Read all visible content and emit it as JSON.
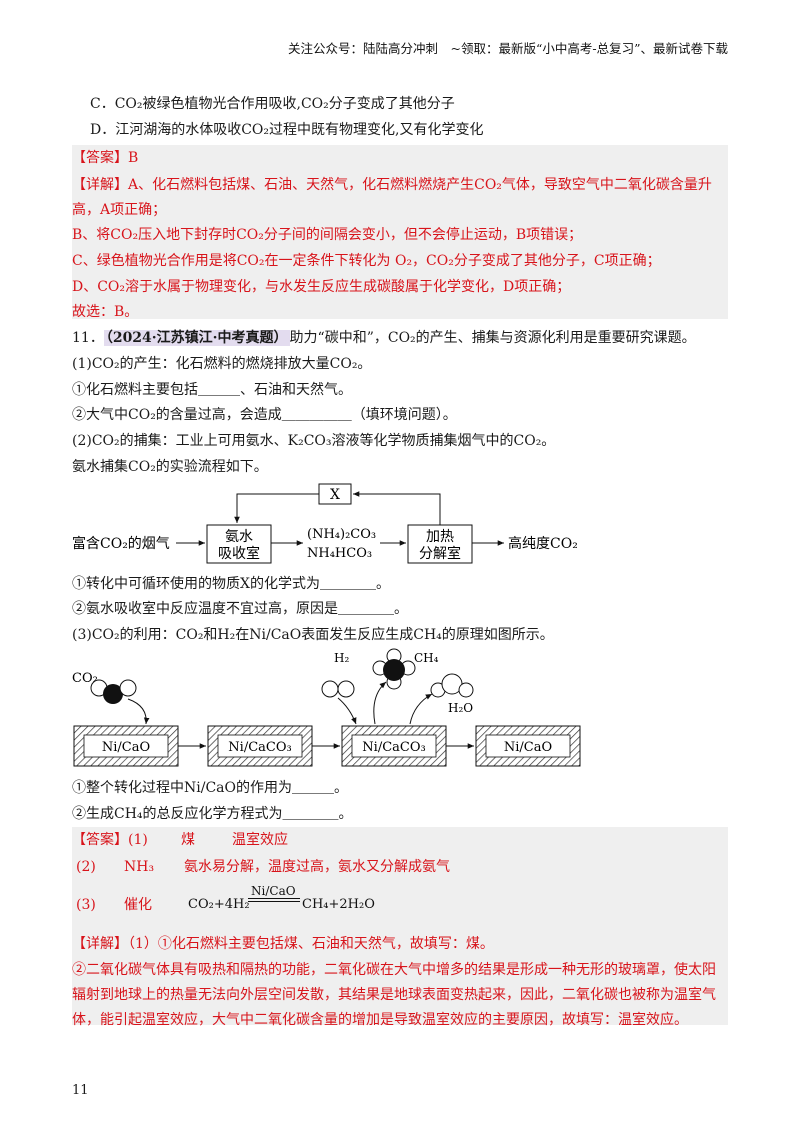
{
  "header": "关注公众号：陆陆高分冲刺　~领取：最新版“小中高考-总复习”、最新试卷下载",
  "q10": {
    "optC": "C．CO₂被绿色植物光合作用吸收,CO₂分子变成了其他分子",
    "optD": "D．江河湖海的水体吸收CO₂过程中既有物理变化,又有化学变化",
    "answer": "【答案】B",
    "detail1": "【详解】A、化石燃料包括煤、石油、天然气，化石燃料燃烧产生CO₂气体，导致空气中二氧化碳含量升",
    "detail1b": "高，A项正确；",
    "detail2": "B、将CO₂压入地下封存时CO₂分子间的间隔会变小，但不会停止运动，B项错误；",
    "detail3": "C、绿色植物光合作用是将CO₂在一定条件下转化为 O₂，CO₂分子变成了其他分子，C项正确；",
    "detail4": "D、CO₂溶于水属于物理变化，与水发生反应生成碳酸属于化学变化，D项正确；",
    "detail5": "故选：B。"
  },
  "q11": {
    "number": "11．",
    "source": "（2024·江苏镇江·中考真题）",
    "stem": "助力“碳中和”，CO₂的产生、捕集与资源化利用是重要研究课题。",
    "p1": "(1)CO₂的产生：化石燃料的燃烧排放大量CO₂。",
    "p1a": "①化石燃料主要包括＿＿＿、石油和天然气。",
    "p1b": "②大气中CO₂的含量过高，会造成＿＿＿＿＿（填环境问题）。",
    "p2": "(2)CO₂的捕集：工业上可用氨水、K₂CO₃溶液等化学物质捕集烟气中的CO₂。",
    "p2intro": "氨水捕集CO₂的实验流程如下。",
    "p2a": "①转化中可循环使用的物质X的化学式为＿＿＿＿。",
    "p2b": "②氨水吸收室中反应温度不宜过高，原因是＿＿＿＿。",
    "p3": "(3)CO₂的利用：CO₂和H₂在Ni/CaO表面发生反应生成CH₄的原理如图所示。",
    "p3a": "①整个转化过程中Ni/CaO的作用为＿＿＿。",
    "p3b": "②生成CH₄的总反应化学方程式为＿＿＿＿。"
  },
  "flow": {
    "x_label": "X",
    "input": "富含CO₂的烟气",
    "absorb1": "氨水",
    "absorb2": "吸收室",
    "mid1": "(NH₄)₂CO₃",
    "mid2": "NH₄HCO₃",
    "decomp1": "加热",
    "decomp2": "分解室",
    "output": "高纯度CO₂"
  },
  "reaction": {
    "co2": "CO₂",
    "h2": "H₂",
    "ch4": "CH₄",
    "h2o": "H₂O",
    "box1": "Ni/CaO",
    "box2": "Ni/CaCO₃",
    "box3": "Ni/CaCO₃",
    "box4": "Ni/CaO"
  },
  "answer11": {
    "row1_label": "【答案】(1)",
    "row1_a": "煤",
    "row1_b": "温室效应",
    "row2_label": "(2)",
    "row2_a": "NH₃",
    "row2_b": "氨水易分解，温度过高，氨水又分解成氨气",
    "row3_label": "(3)",
    "row3_a": "催化",
    "eq_left": "CO₂+4H₂",
    "eq_cond": "Ni/CaO",
    "eq_right": "CH₄+2H₂O",
    "detail1": "【详解】（1）①化石燃料主要包括煤、石油和天然气，故填写：煤。",
    "detail2": "②二氧化碳气体具有吸热和隔热的功能，二氧化碳在大气中增多的结果是形成一种无形的玻璃罩，使太阳",
    "detail3": "辐射到地球上的热量无法向外层空间发散，其结果是地球表面变热起来，因此，二氧化碳也被称为温室气",
    "detail4": "体，能引起温室效应，大气中二氧化碳含量的增加是导致温室效应的主要原因，故填写：温室效应。"
  },
  "page_number": "11"
}
